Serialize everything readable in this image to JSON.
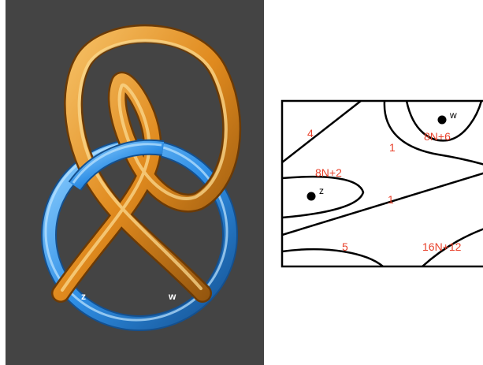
{
  "knot_figure": {
    "endpoint_labels": {
      "left": "z",
      "right": "w"
    },
    "colors": {
      "background": "#444444",
      "knot_tube": "#e08a1e",
      "knot_tube_highlight": "#f7c46a",
      "knot_tube_shadow": "#8a4f0c",
      "ring": "#2f8fe6",
      "ring_highlight": "#8fd0ff",
      "ring_shadow": "#14508f"
    }
  },
  "region_diagram": {
    "region_labels": {
      "top_left": "4",
      "upper_middle": "1",
      "upper_right": "8N+6",
      "left_middle": "8N+2",
      "center": "1",
      "bottom_left": "5",
      "bottom_right": "16N+12"
    },
    "points": {
      "z": "z",
      "w": "w"
    },
    "colors": {
      "labels": "#e8412b",
      "lines": "#000000"
    }
  }
}
